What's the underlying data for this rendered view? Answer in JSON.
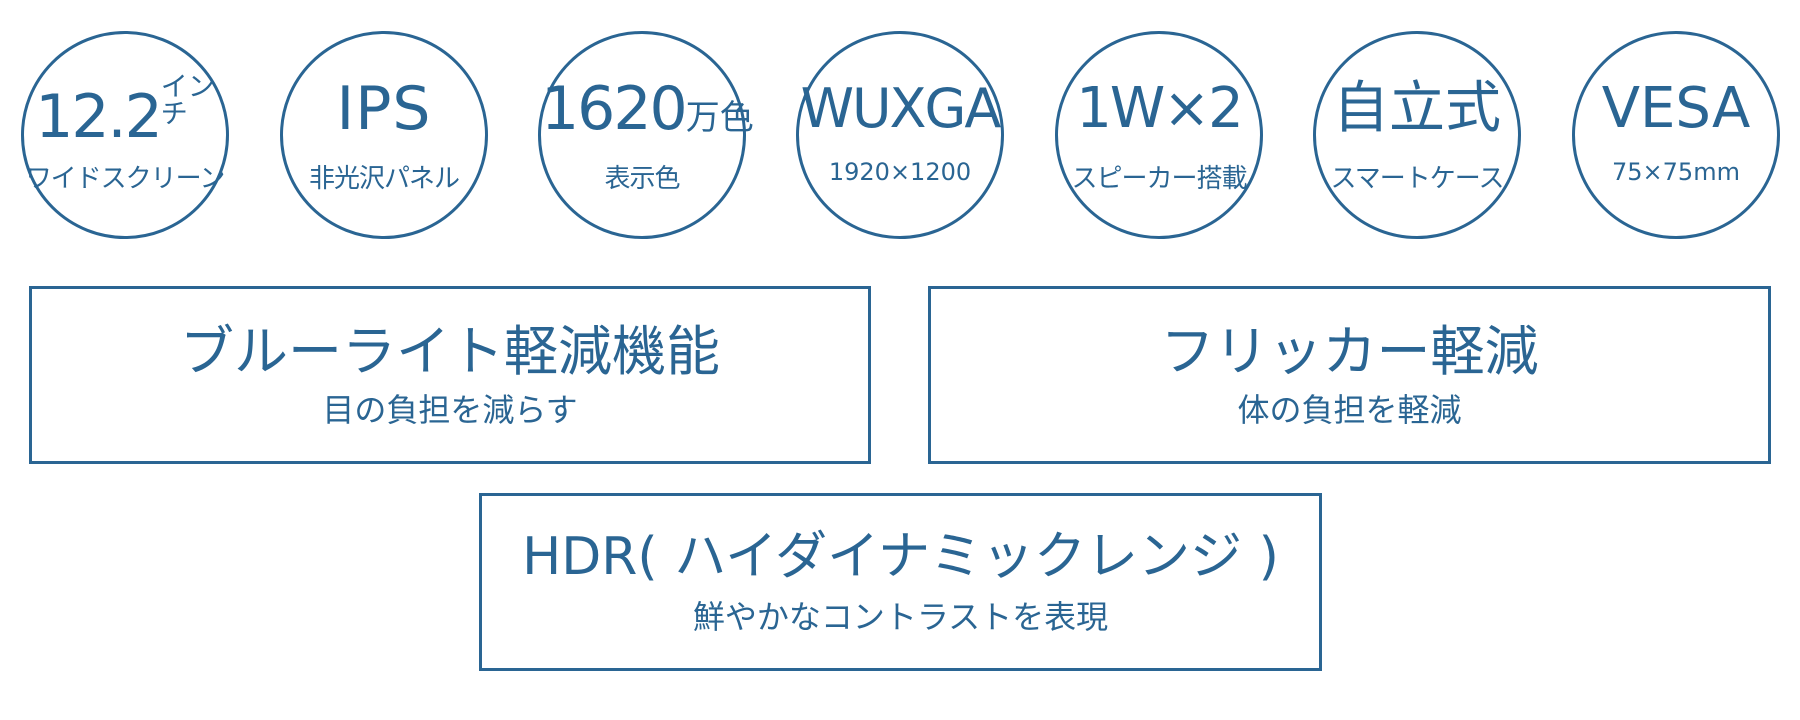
{
  "badges": [
    {
      "main": "12.2",
      "unit_line1": "イン",
      "unit_line2": "チ",
      "sub": "ワイドスクリーン"
    },
    {
      "main": "IPS",
      "sub": "非光沢パネル"
    },
    {
      "main": "1620",
      "unit": "万色",
      "sub": "表示色"
    },
    {
      "main": "WUXGA",
      "sub": "1920×1200"
    },
    {
      "main": "1W×2",
      "sub": "スピーカー搭載"
    },
    {
      "main": "自立式",
      "sub": "スマートケース"
    },
    {
      "main": "VESA",
      "sub": "75×75mm"
    }
  ],
  "features": [
    {
      "title": "ブルーライト軽減機能",
      "sub": "目の負担を減らす"
    },
    {
      "title": "フリッカー軽減",
      "sub": "体の負担を軽減"
    },
    {
      "title": "HDR( ハイダイナミックレンジ )",
      "sub": "鮮やかなコントラストを表現"
    }
  ],
  "colors": {
    "primary": "#2a6593",
    "background": "#ffffff"
  }
}
